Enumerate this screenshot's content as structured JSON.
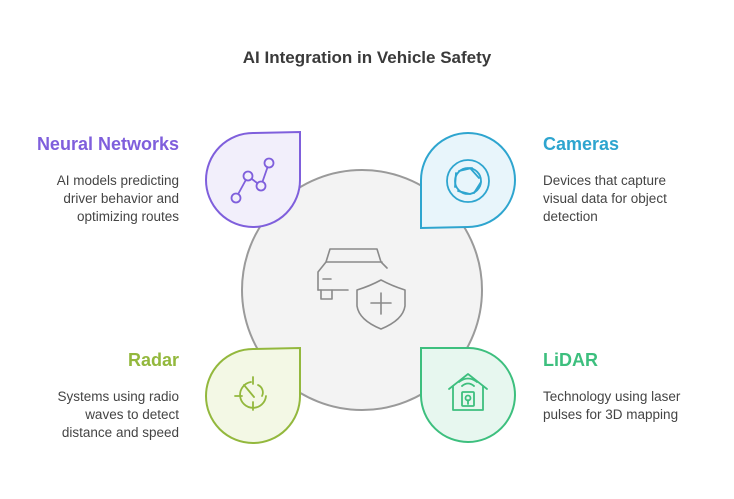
{
  "title": "AI Integration in Vehicle Safety",
  "center": {
    "icon": "car-shield-icon"
  },
  "items": [
    {
      "heading": "Neural Networks",
      "description": [
        "AI models predicting",
        "driver behavior and",
        "optimizing routes"
      ],
      "icon": "neural-network-icon",
      "color": "#7f5fdc",
      "fill": "#f2effb"
    },
    {
      "heading": "Cameras",
      "description": [
        "Devices that capture",
        "visual data for object",
        "detection"
      ],
      "icon": "camera-aperture-icon",
      "color": "#2ea5cf",
      "fill": "#e8f5fb"
    },
    {
      "heading": "Radar",
      "description": [
        "Systems using radio",
        "waves to detect",
        "distance and speed"
      ],
      "icon": "radar-icon",
      "color": "#93b83d",
      "fill": "#f3f8e5"
    },
    {
      "heading": "LiDAR",
      "description": [
        "Technology using laser",
        "pulses for 3D mapping"
      ],
      "icon": "lidar-house-icon",
      "color": "#3dbf7e",
      "fill": "#e7f7ef"
    }
  ]
}
